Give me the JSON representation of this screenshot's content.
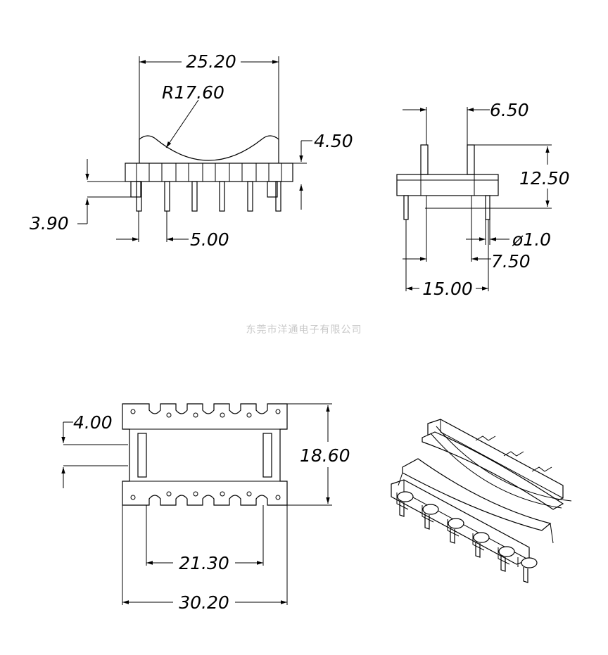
{
  "company": "东莞市洋通电子有限公司",
  "front_view": {
    "width": "25.20",
    "radius": "R17.60",
    "top_height": "4.50",
    "base_height": "3.90",
    "pin_pitch": "5.00"
  },
  "side_view": {
    "top_offset": "6.50",
    "height": "12.50",
    "pin_diameter": "ø1.0",
    "pin_offset": "7.50",
    "width": "15.00"
  },
  "bottom_view": {
    "slot_width": "4.00",
    "depth": "18.60",
    "inner_width": "21.30",
    "outer_width": "30.20"
  }
}
